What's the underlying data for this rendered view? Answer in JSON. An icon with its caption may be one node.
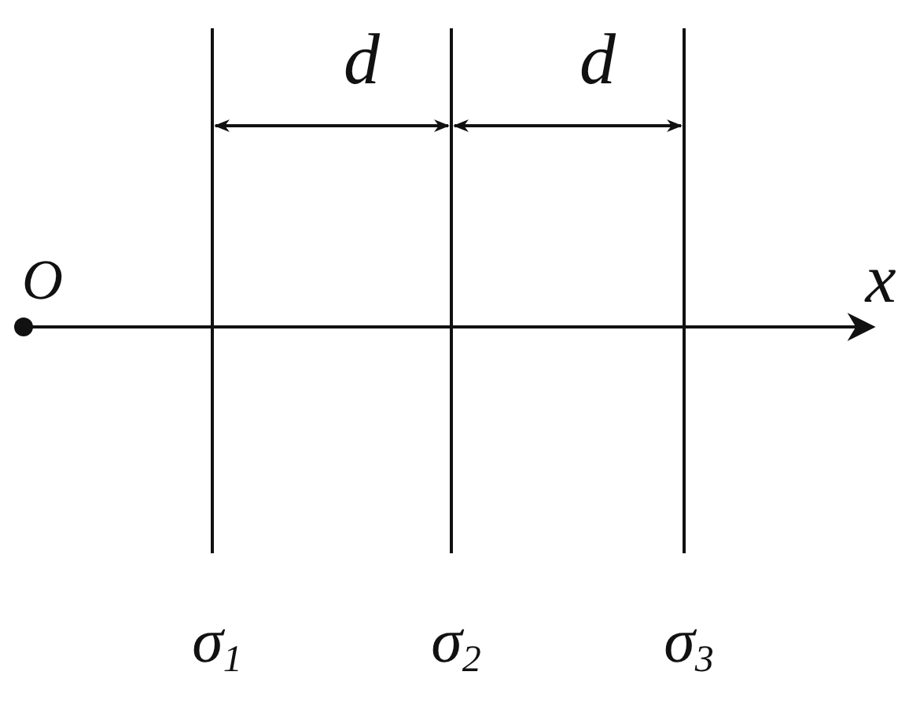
{
  "diagram": {
    "labels": [
      "d",
      "d",
      "O",
      "x",
      "σ$_{1}$",
      "σ$_{2}$",
      "σ$_{3}$"
    ]
  }
}
